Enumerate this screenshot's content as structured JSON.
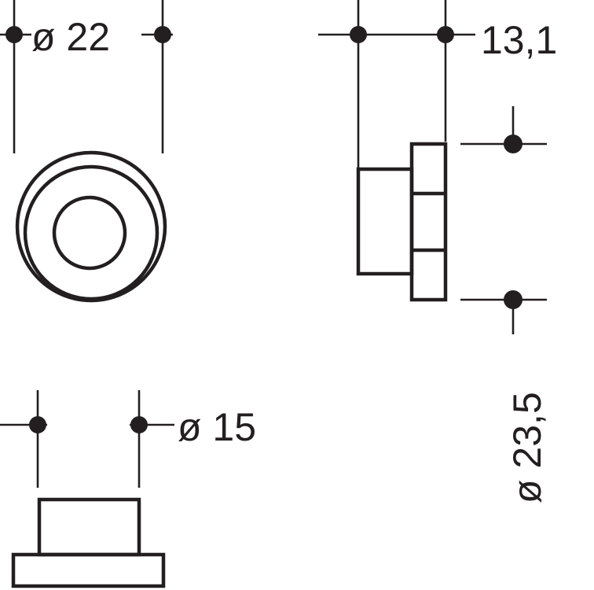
{
  "colors": {
    "ink": "#231f20",
    "background": "#ffffff"
  },
  "dimensions": {
    "knob_face_diameter": "ø 22",
    "hub_diameter": "ø 15",
    "knob_depth": "13,1",
    "rosette_diameter": "ø 23,5"
  }
}
